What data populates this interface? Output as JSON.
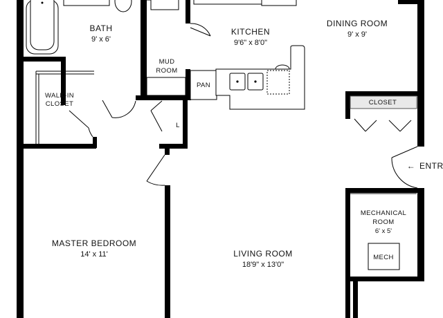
{
  "rooms": {
    "bath": {
      "name": "BATH",
      "size": "9' x 6'"
    },
    "kitchen": {
      "name": "KITCHEN",
      "size": "9'6\" x 8'0\""
    },
    "dining": {
      "name": "DINING ROOM",
      "size": "9' x 9'"
    },
    "mud": {
      "name_line1": "MUD",
      "name_line2": "ROOM"
    },
    "pantry": {
      "name": "PAN"
    },
    "walkin": {
      "name_line1": "WALK-IN",
      "name_line2": "CLOSET"
    },
    "linen": {
      "name": "L"
    },
    "closet": {
      "name": "CLOSET"
    },
    "entry": {
      "name": "ENTRY"
    },
    "mechanical": {
      "name_line1": "MECHANICAL",
      "name_line2": "ROOM",
      "size": "6' x 5'",
      "unit_label": "MECH"
    },
    "master": {
      "name": "MASTER BEDROOM",
      "size": "14' x 11'"
    },
    "living": {
      "name": "LIVING ROOM",
      "size": "18'9\" x 13'0\""
    }
  },
  "colors": {
    "wall": "#000000",
    "background": "#ffffff",
    "fixture_fill": "#e9e9e9"
  },
  "icons": {
    "entry_arrow": "left-arrow-icon"
  }
}
